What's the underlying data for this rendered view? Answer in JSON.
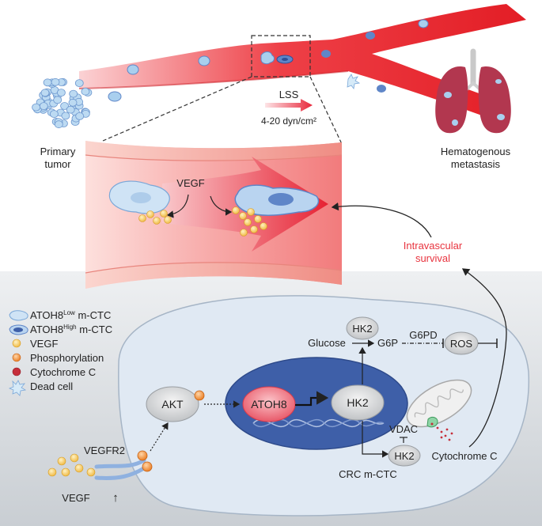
{
  "labels": {
    "primary_tumor": [
      "Primary",
      "tumor"
    ],
    "lss": "LSS",
    "shear_value": "4-20 dyn/cm²",
    "hematogenous": [
      "Hematogenous",
      "metastasis"
    ],
    "vegf_top": "VEGF",
    "intravascular": [
      "Intravascular",
      "survival"
    ],
    "akt": "AKT",
    "atoh8": "ATOH8",
    "hk2_nucleus": "HK2",
    "hk2_top": "HK2",
    "glucose": "Glucose",
    "g6p": "G6P",
    "g6pd": "G6PD",
    "ros": "ROS",
    "vdac": "VDAC",
    "hk2_bottom": "HK2",
    "cytochrome_c": "Cytochrome C",
    "vegfr2": "VEGFR2",
    "vegf_bottom": "VEGF",
    "vegf_up_arrow": "↑",
    "cell_name": "CRC m-CTC"
  },
  "legend": [
    {
      "icon": "atoh8-low-cell-icon",
      "base": "ATOH8",
      "sup": "Low",
      "rest": " m-CTC"
    },
    {
      "icon": "atoh8-high-cell-icon",
      "base": "ATOH8",
      "sup": "High",
      "rest": " m-CTC"
    },
    {
      "icon": "vegf-dot-icon",
      "base": "VEGF",
      "sup": "",
      "rest": ""
    },
    {
      "icon": "phosphorylation-dot-icon",
      "base": "Phosphorylation",
      "sup": "",
      "rest": ""
    },
    {
      "icon": "cytochrome-c-dot-icon",
      "base": "Cytochrome C",
      "sup": "",
      "rest": ""
    },
    {
      "icon": "dead-cell-icon",
      "base": "Dead cell",
      "sup": "",
      "rest": ""
    }
  ],
  "colors": {
    "vessel_red": "#e8262c",
    "survival_red": "#e8343f",
    "vegf_yellow": "#f2c14a",
    "phospho_orange": "#f08a2b",
    "cytochrome_red": "#c62e3a",
    "cell_blue": "#a9cfee",
    "cell_blue_dark": "#5f86c8",
    "nucleus_blue": "#3e5fa8",
    "lung_red": "#b2374f"
  }
}
